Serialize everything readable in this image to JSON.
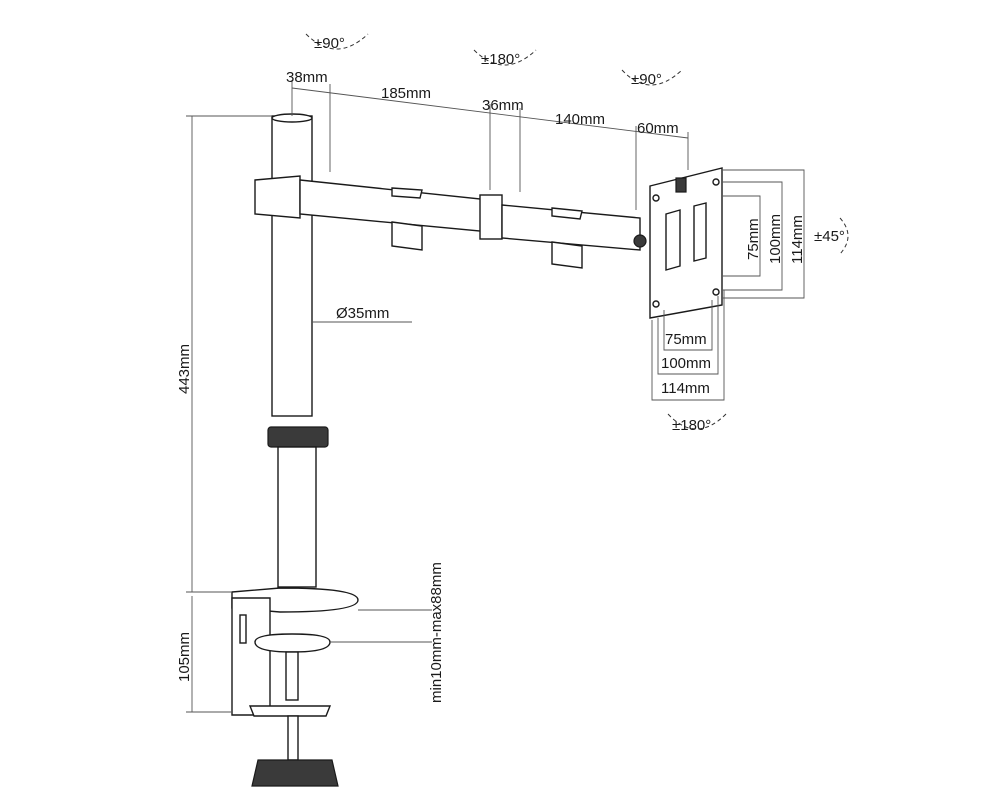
{
  "rotations": {
    "pole_top": "±90°",
    "arm_joint": "±180°",
    "head_tilt": "±90°",
    "head_swivel": "±45°",
    "head_rotate": "±180°"
  },
  "arm_dimensions": {
    "d1": "38mm",
    "d2": "185mm",
    "d3": "36mm",
    "d4": "140mm",
    "d5": "60mm"
  },
  "vesa_vertical": {
    "v1": "75mm",
    "v2": "100mm",
    "v3": "114mm"
  },
  "vesa_horizontal": {
    "h1": "75mm",
    "h2": "100mm",
    "h3": "114mm"
  },
  "pole": {
    "diameter": "Ø35mm",
    "height": "443mm"
  },
  "clamp": {
    "height": "105mm",
    "desk_range": "min10mm-max88mm"
  }
}
